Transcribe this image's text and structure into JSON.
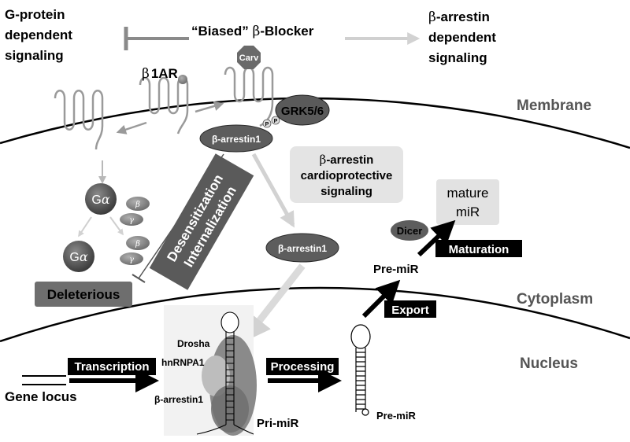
{
  "header": {
    "gprotein_line1": "G-protein",
    "gprotein_line2": "dependent",
    "gprotein_line3": "signaling",
    "biased_prefix": "“Biased” ",
    "beta": "β",
    "biased_suffix": "-Blocker",
    "arrestin_line1": "-arrestin",
    "arrestin_line2": "dependent",
    "arrestin_line3": "signaling"
  },
  "receptor": {
    "beta1ar_beta": "β",
    "beta1ar_label": "1AR",
    "carv": "Carv",
    "grk": "GRK5/6",
    "phospho": "P"
  },
  "regions": {
    "membrane": "Membrane",
    "cytoplasm": "Cytoplasm",
    "nucleus": "Nucleus"
  },
  "gprotein": {
    "galpha": "G",
    "alpha": "α",
    "beta": "β",
    "gamma": "γ",
    "deleterious": "Deleterious"
  },
  "pathway": {
    "arrestin1": "β-arrestin1",
    "desens_line1": "Desensitization",
    "desens_line2": "Internalization",
    "cardio_line1_suffix": "-arrestin",
    "cardio_line2": "cardioprotective",
    "cardio_line3": "signaling"
  },
  "mirna": {
    "mature_line1": "mature",
    "mature_line2": "miR",
    "dicer": "Dicer",
    "maturation": "Maturation",
    "premir": "Pre-miR",
    "export": "Export",
    "processing": "Processing",
    "transcription": "Transcription",
    "gene_locus": "Gene locus",
    "drosha": "Drosha",
    "hnrnpa1": "hnRNPA1",
    "nuc_arrestin": "β-arrestin1",
    "primir": "Pri-miR",
    "premir_bottom": "Pre-miR"
  }
}
